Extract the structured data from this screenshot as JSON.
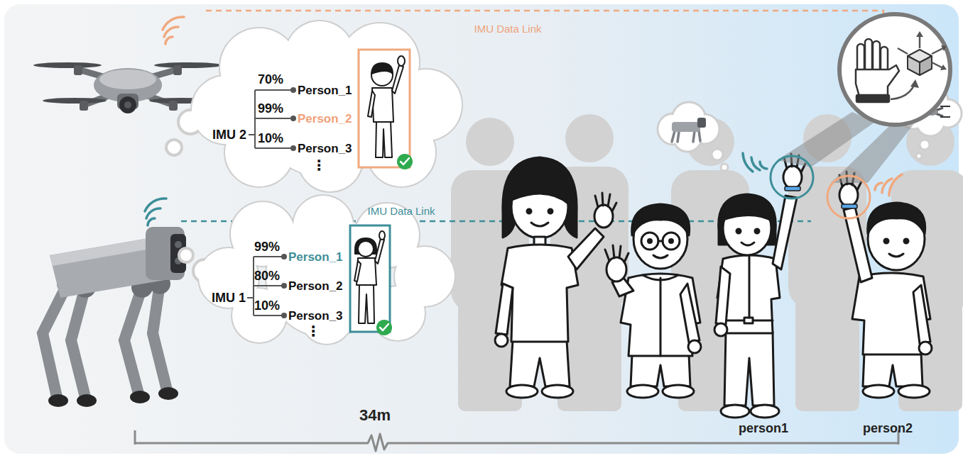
{
  "diagram": {
    "nodes": [
      {
        "text": [
          "70%",
          "Person_1",
          "IMU 2",
          "99%",
          "Person_2",
          "10%",
          "Person_3",
          "⋮"
        ]
      },
      {
        "text": [
          "99%",
          "Person_1",
          "80%",
          "IMU 1",
          "Person_2",
          "10%",
          "Person_3",
          "⋮"
        ]
      }
    ],
    "labels": [
      "IMU Data Link",
      "IMU Data Link",
      "34m",
      "person1",
      "person2"
    ]
  }
}
